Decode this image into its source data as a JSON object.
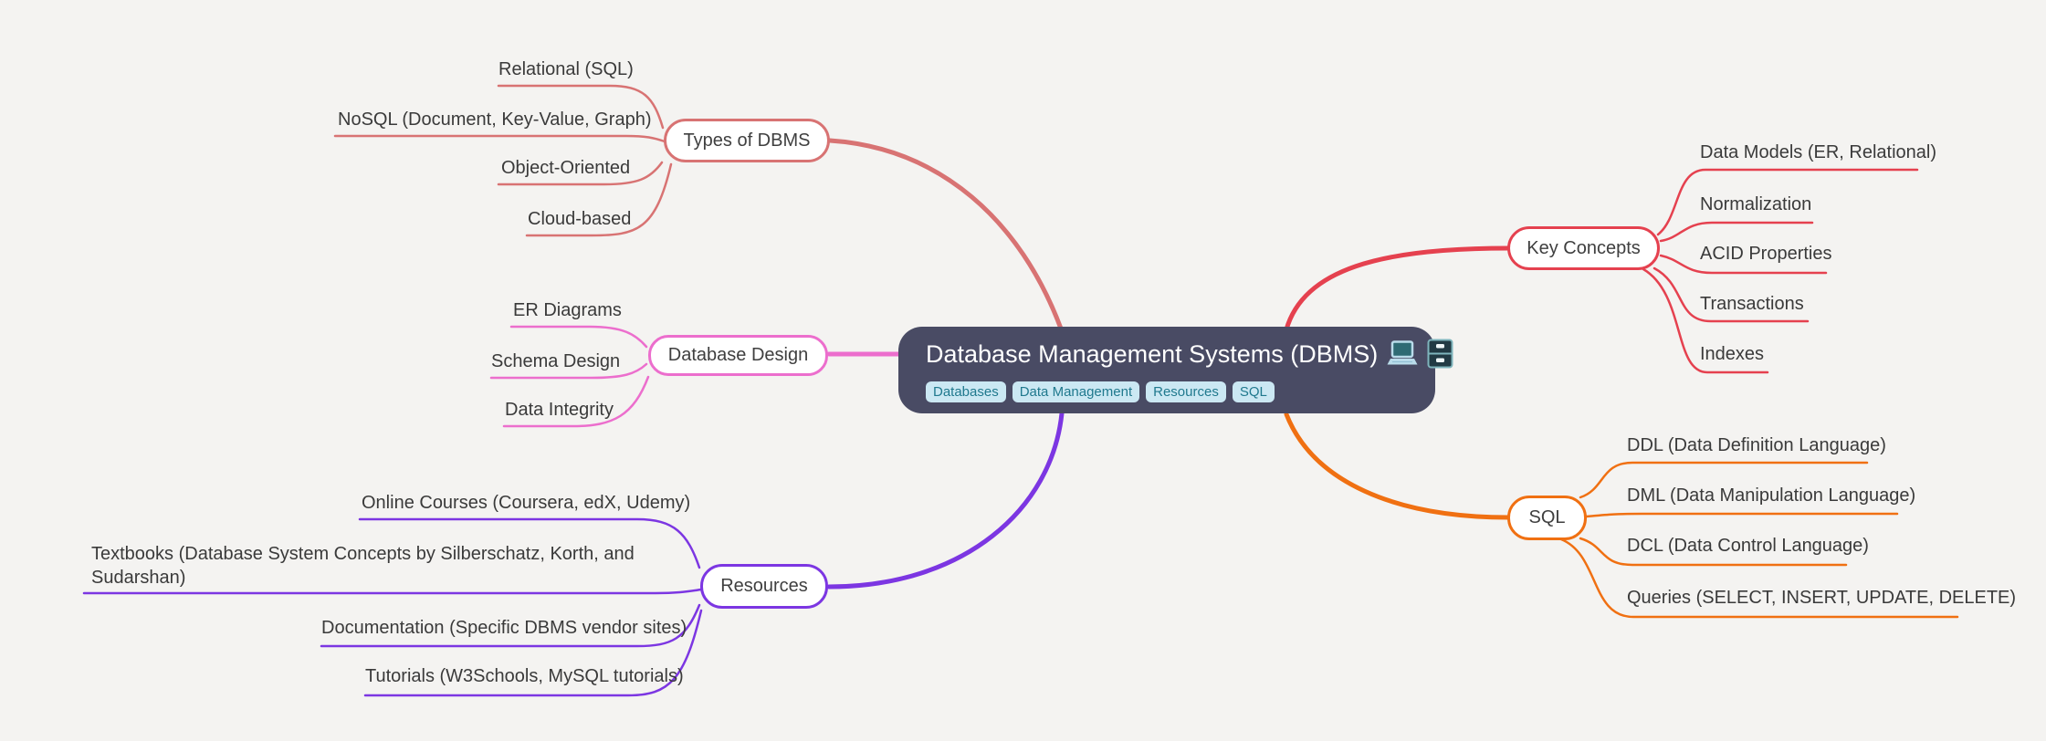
{
  "central": {
    "title": "Database Management Systems (DBMS)",
    "icons": [
      "laptop-icon",
      "file-cabinet-icon"
    ],
    "tags": [
      "Databases",
      "Data Management",
      "Resources",
      "SQL"
    ]
  },
  "branches": [
    {
      "label": "Types of DBMS",
      "color": "#d87373",
      "children": [
        "Relational (SQL)",
        "NoSQL (Document, Key-Value, Graph)",
        "Object-Oriented",
        "Cloud-based"
      ]
    },
    {
      "label": "Database Design",
      "color": "#ec6ecd",
      "children": [
        "ER Diagrams",
        "Schema Design",
        "Data Integrity"
      ]
    },
    {
      "label": "Resources",
      "color": "#7c36e2",
      "children": [
        "Online Courses (Coursera, edX, Udemy)",
        "Textbooks (Database System Concepts by Silberschatz, Korth, and Sudarshan)",
        "Documentation (Specific DBMS vendor sites)",
        "Tutorials (W3Schools, MySQL tutorials)"
      ]
    },
    {
      "label": "Key Concepts",
      "color": "#e5414f",
      "children": [
        "Data Models (ER, Relational)",
        "Normalization",
        "ACID Properties",
        "Transactions",
        "Indexes"
      ]
    },
    {
      "label": "SQL",
      "color": "#f07012",
      "children": [
        "DDL (Data Definition Language)",
        "DML (Data Manipulation Language)",
        "DCL (Data Control Language)",
        "Queries (SELECT, INSERT, UPDATE, DELETE)"
      ]
    }
  ],
  "colors": {
    "background": "#f4f3f1",
    "central_bg": "#494b64",
    "central_text": "#ffffff",
    "tag_bg": "#cbe8f3",
    "tag_text": "#20798e",
    "node_bg": "#ffffff",
    "node_text": "#3f3f3f",
    "leaf_text": "#3a3a3a"
  }
}
